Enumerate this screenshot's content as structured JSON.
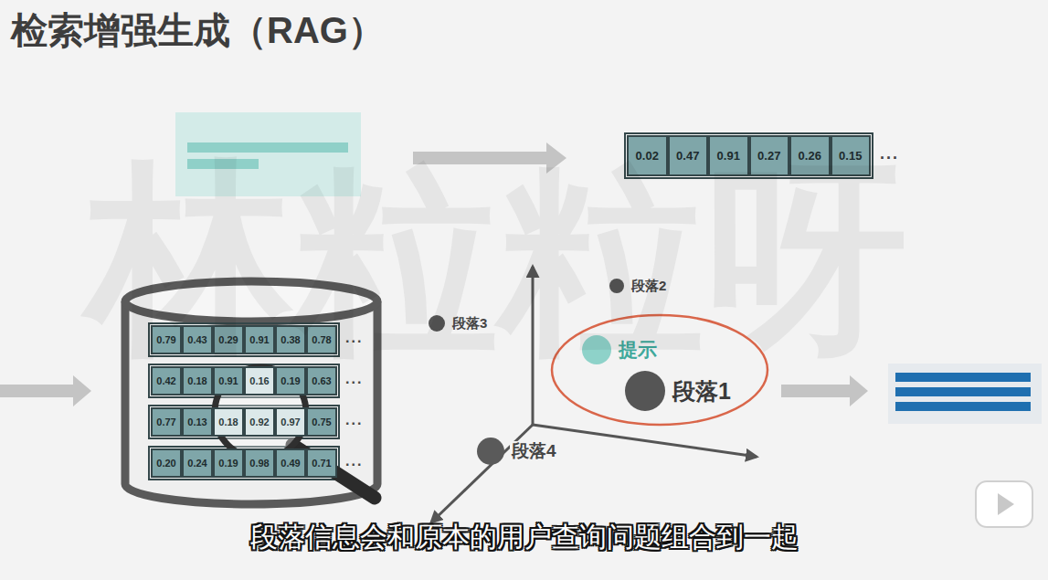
{
  "diagram": {
    "title": "检索增强生成（RAG）",
    "caption": "段落信息会和原本的用户查询问题组合到一起",
    "nodes": [
      {
        "text": [
          "段落2"
        ]
      },
      {
        "text": [
          "段落3"
        ]
      },
      {
        "text": [
          "提示"
        ]
      },
      {
        "text": [
          "段落1"
        ]
      },
      {
        "text": [
          "段落4"
        ]
      }
    ],
    "labels": [
      "林粒粒呀",
      "0.02",
      "0.47",
      "0.91",
      "0.27",
      "0.26",
      "0.15",
      "...",
      "0.79",
      "0.43",
      "0.29",
      "0.91",
      "0.38",
      "0.78",
      "...",
      "0.42",
      "0.18",
      "0.91",
      "0.16",
      "0.19",
      "0.63",
      "...",
      "0.77",
      "0.13",
      "0.18",
      "0.92",
      "0.97",
      "0.75",
      "...",
      "0.20",
      "0.24",
      "0.19",
      "0.98",
      "0.49",
      "0.71",
      "..."
    ]
  }
}
